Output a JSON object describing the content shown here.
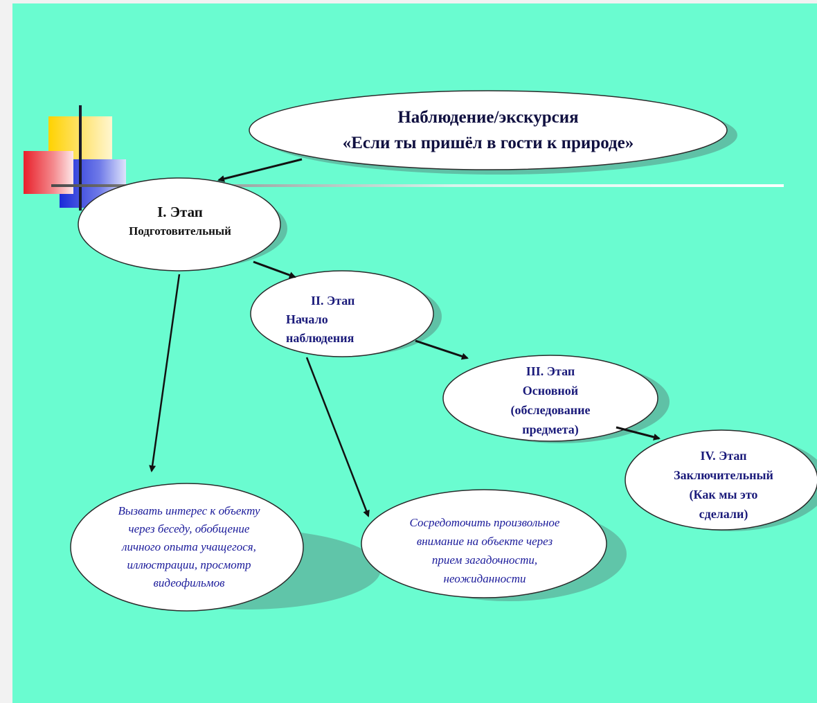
{
  "title": {
    "line1": "Наблюдение/экскурсия",
    "line2": "«Если ты пришёл в гости к природе»"
  },
  "stages": [
    {
      "title": "I. Этап",
      "lines": [
        "Подготовительный"
      ]
    },
    {
      "title": "II. Этап",
      "lines": [
        "Начало",
        "наблюдения"
      ]
    },
    {
      "title": "III. Этап",
      "lines": [
        "Основной",
        "(обследование",
        "предмета)"
      ]
    },
    {
      "title": "IV. Этап",
      "lines": [
        "Заключительный",
        "(Как мы это",
        "сделали)"
      ]
    }
  ],
  "notes": [
    "Вызвать интерес к объекту через беседу, обобщение личного опыта учащегося, иллюстрации, просмотр видеофильмов",
    "Сосредоточить произвольное внимание на объекте через прием загадочности, неожиданности"
  ],
  "colors": {
    "background": "#6afcd0",
    "ellipse_fill": "#ffffff",
    "ellipse_shadow": "#5cae98",
    "arrow": "#111111",
    "deco_yellow": "#ffd200",
    "deco_red": "#e8202a",
    "deco_blue": "#1a2ad8"
  }
}
